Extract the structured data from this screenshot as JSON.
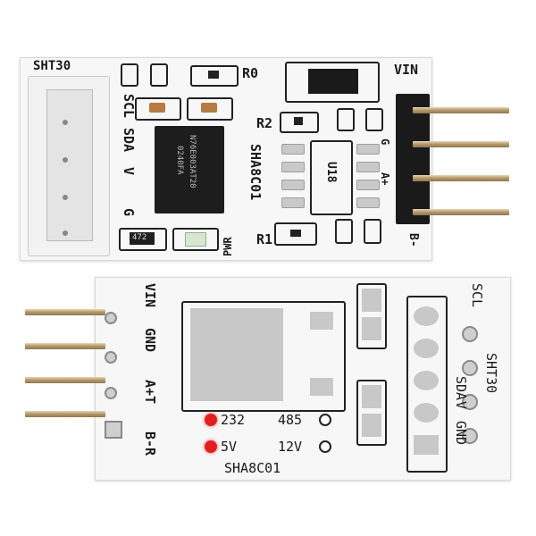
{
  "top_board": {
    "connector_label": "SHT30",
    "pin_labels_left": [
      "SCL",
      "SDA",
      "V",
      "G"
    ],
    "chip_text": [
      "N76E003AT20",
      "0240FA"
    ],
    "board_name": "SHA8C01",
    "u_label": "U18",
    "ref_r0": "R0",
    "ref_r1": "R1",
    "ref_r2": "R2",
    "resistor_code": "472",
    "pwr_label": "PWR",
    "header_labels": [
      "VIN",
      "G",
      "A+",
      "B-"
    ]
  },
  "bottom_board": {
    "left_labels": [
      "VIN",
      "GND",
      "A+T",
      "B-R"
    ],
    "right_labels": [
      "SCL",
      "SDA",
      "V",
      "GND"
    ],
    "right_title": "SHT30",
    "option_232": "232",
    "option_485": "485",
    "option_5v": "5V",
    "option_12v": "12V",
    "board_name": "SHA8C01"
  },
  "colors": {
    "pcb": "#f7f7f7",
    "silkscreen": "#1a1a1a",
    "led": "#e02020"
  }
}
